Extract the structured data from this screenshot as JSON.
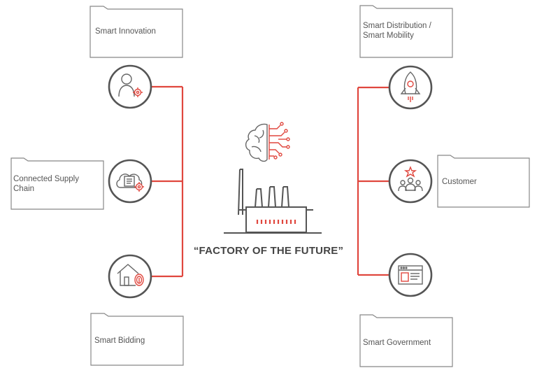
{
  "title": "“FACTORY OF THE FUTURE”",
  "folders": {
    "smart_innovation": "Smart Innovation",
    "connected_supply_chain": "Connected Supply Chain",
    "smart_bidding": "Smart Bidding",
    "smart_distribution": "Smart Distribution / Smart Mobility",
    "customer": "Customer",
    "smart_government": "Smart Government"
  },
  "colors": {
    "accent": "#e0473e",
    "line": "#e0473e",
    "stroke": "#555555",
    "folder": "#888888"
  },
  "icons": {
    "center_top": "brain-circuit-icon",
    "center": "factory-icon",
    "left": [
      "person-gear-icon",
      "cloud-gear-icon",
      "house-fingerprint-icon"
    ],
    "right": [
      "rocket-icon",
      "customer-group-icon",
      "browser-window-icon"
    ]
  }
}
